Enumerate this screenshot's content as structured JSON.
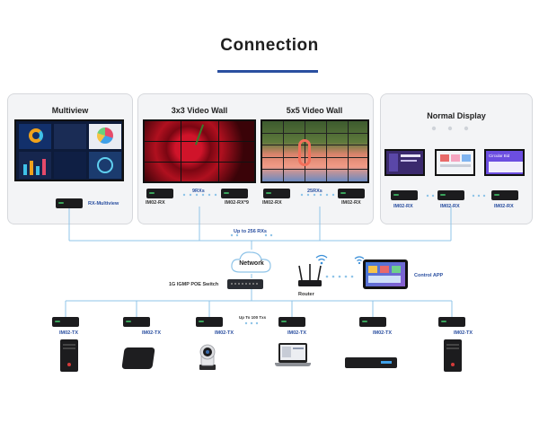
{
  "title": "Connection",
  "panels": {
    "multiview": "Multiview",
    "videowall3": "3x3 Video Wall",
    "videowall5": "5x5 Video Wall",
    "normal": "Normal Display"
  },
  "labels": {
    "rx_multiview": "RX-Multiview",
    "im02_rx": "IM02-RX",
    "im02_rx9": "IM02-RX*9",
    "rx9": "9RXs",
    "rx25": "25RXs",
    "up_to_256": "Up to 256 RXs",
    "network": "Network",
    "switch": "1G IGMP POE Switch",
    "router": "Router",
    "control_app": "Control APP",
    "up_to_tx": "Up To 100 Txs",
    "im02_tx": "IM02-TX"
  },
  "screen_text": {
    "circular": "Circular Bid"
  },
  "colors": {
    "accent": "#2a4fa0",
    "wire": "#8fc4e8",
    "panel_bg": "#f3f4f6"
  },
  "icons": [
    "wifi-icon",
    "cloud-icon",
    "router-icon",
    "tablet-icon",
    "pc-tower-icon",
    "media-box-icon",
    "ptz-camera-icon",
    "laptop-icon",
    "set-top-box-icon"
  ]
}
